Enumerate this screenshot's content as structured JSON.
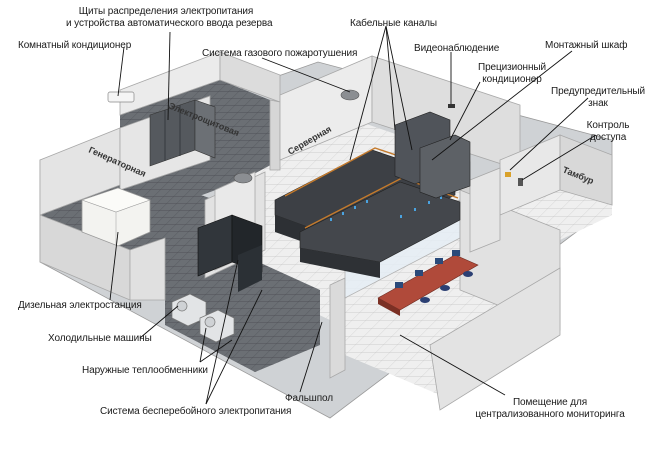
{
  "labels": {
    "panels_line1": "Щиты распределения электропитания",
    "panels_line2": "и устройства автоматического ввода резерва",
    "cable_channels": "Кабельные каналы",
    "room_ac": "Комнатный кондиционер",
    "gas_fire": "Система газового пожаротушения",
    "cctv": "Видеонаблюдение",
    "rack": "Монтажный шкаф",
    "precision_ac_line1": "Прецизионный",
    "precision_ac_line2": "кондиционер",
    "warning_sign_line1": "Предупредительный",
    "warning_sign_line2": "знак",
    "access_control_line1": "Контроль",
    "access_control_line2": "доступа",
    "diesel": "Дизельная электростанция",
    "chillers": "Холодильные машины",
    "heat_exchangers": "Наружные теплообменники",
    "ups": "Система бесперебойного электропитания",
    "raised_floor": "Фальшпол",
    "monitoring_line1": "Помещение для",
    "monitoring_line2": "централизованного мониторинга"
  },
  "rooms": {
    "electrical": "Электрощитовая",
    "generator": "Генераторная",
    "server": "Серверная",
    "vestibule": "Тамбур"
  },
  "colors": {
    "wall_top": "#f2f2f2",
    "wall_side": "#d9d9d9",
    "floor_tile": "#eeeeee",
    "dark_floor": "#5a5e63",
    "rack": "#3a3d42",
    "desk": "#b04a3a",
    "line": "#111111"
  }
}
